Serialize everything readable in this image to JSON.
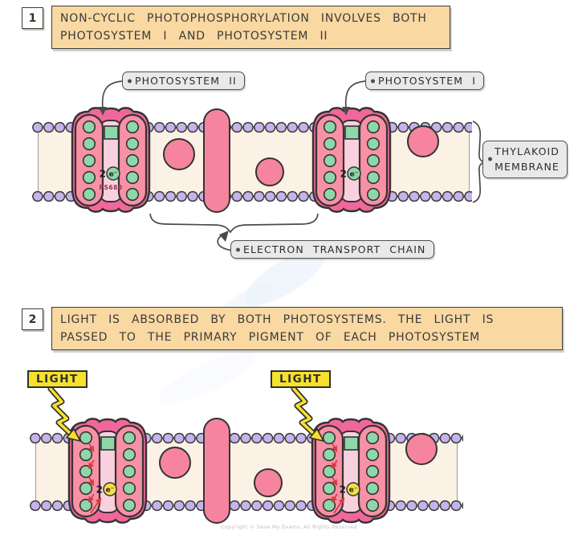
{
  "step1": {
    "number": "1",
    "line1": "NON-CYCLIC PHOTOPHOSPHORYLATION INVOLVES BOTH",
    "line2": "PHOTOSYSTEM I AND PHOTOSYSTEM II"
  },
  "step2": {
    "number": "2",
    "line1": "LIGHT IS ABSORBED BY BOTH PHOTOSYSTEMS. THE LIGHT IS",
    "line2": "PASSED TO THE PRIMARY PIGMENT OF EACH PHOTOSYSTEM"
  },
  "labels": {
    "photosystem_ii": "PHOTOSYSTEM II",
    "photosystem_i": "PHOTOSYSTEM I",
    "thylakoid_line1": "THYLAKOID",
    "thylakoid_line2": "MEMBRANE",
    "electron_transport_chain": "ELECTRON TRANSPORT CHAIN",
    "light_left": "LIGHT",
    "light_right": "LIGHT"
  },
  "photosystems": {
    "electron_prefix": "2",
    "electron_symbol": "e⁻",
    "primary_pigment_psii": "PS680"
  },
  "footer": {
    "copyright": "Copyright © Save My Exams. All Rights Reserved"
  },
  "colors": {
    "panel_bg": "#f9d8a2",
    "panel_border": "#3c3c3c",
    "tag_bg": "#e9e9e9",
    "tag_border": "#4f4f4f",
    "membrane_fill": "#fbf1e4",
    "lipid_head": "#c6b3eb",
    "protein_pink": "#f6849f",
    "ps_outer": "#f2679b",
    "ps_lobe": "#f890a6",
    "ps_channel": "#f9d0de",
    "pigment_green": "#8fd6a8",
    "excited_yellow": "#f5de4a",
    "light_yellow": "#f6e12c",
    "arrow_red": "#d93a3e",
    "line_dark": "#4a4a4a"
  }
}
